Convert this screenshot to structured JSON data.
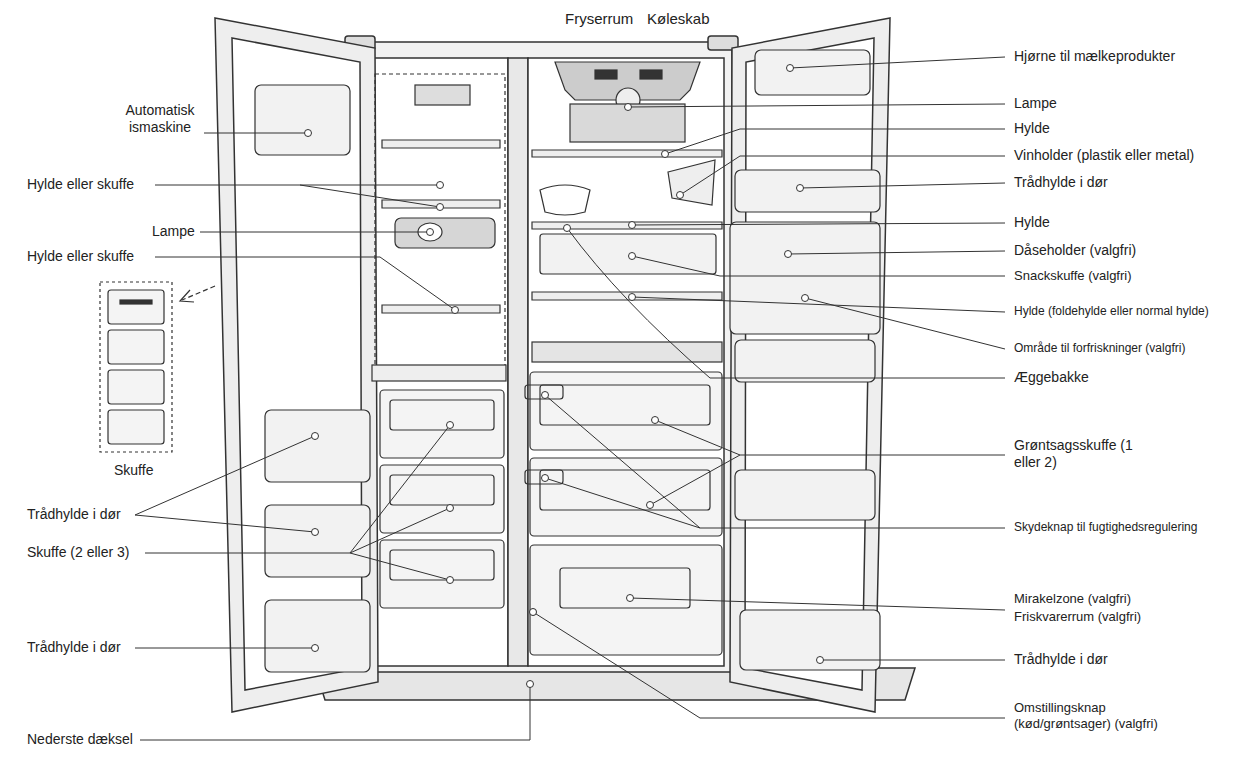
{
  "diagram": {
    "labels": [
      "Fryserrum",
      "Køleskab",
      "Hjørne til mælkeprodukter",
      "Automatisk ismaskine",
      "Lampe",
      "Hylde",
      "Vinholder (plastik eller metal)",
      "Trådhylde i dør",
      "Hylde eller skuffe",
      "Hylde",
      "Lampe",
      "Dåseholder (valgfri)",
      "Hylde eller skuffe",
      "Snackskuffe (valgfri)",
      "Hylde (foldehylde eller normal hylde)",
      "Område til forfriskninger (valgfri)",
      "Æggebakke",
      "Grøntsagsskuffe (1 eller 2)",
      "Skuffe",
      "Trådhylde i dør",
      "Skydeknap til fugtighedsregulering",
      "Skuffe (2 eller 3)",
      "Mirakelzone (valgfri)",
      "Friskvarerrum (valgfri)",
      "Trådhylde i dør",
      "Trådhylde i dør",
      "Omstillingsknap (kød/grøntsager) (valgfri)",
      "Nederste dæksel"
    ]
  }
}
